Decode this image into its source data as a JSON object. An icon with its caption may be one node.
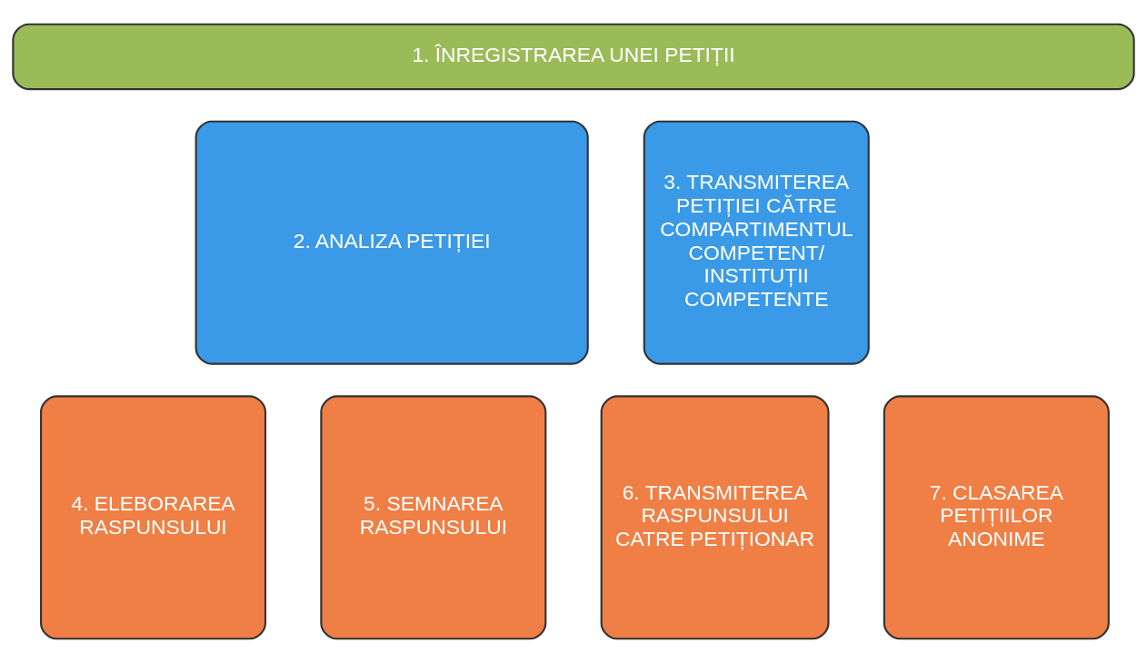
{
  "diagram": {
    "nodes": [
      {
        "text": [
          "1. ÎNREGISTRAREA UNEI PETIȚII"
        ]
      },
      {
        "text": [
          "2. ANALIZA PETIȚIEI"
        ]
      },
      {
        "text": [
          "3. TRANSMITEREA PETIȚIEI CĂTRE COMPARTIMENTUL COMPETENT/ INSTITUȚII COMPETENTE"
        ]
      },
      {
        "text": [
          "4. ELEBORAREA RASPUNSULUI"
        ]
      },
      {
        "text": [
          "5. SEMNAREA RASPUNSULUI"
        ]
      },
      {
        "text": [
          "6. TRANSMITEREA RASPUNSULUI CATRE PETIȚIONAR"
        ]
      },
      {
        "text": [
          "7. CLASAREA PETIȚIILOR ANONIME"
        ]
      }
    ],
    "edges": []
  }
}
